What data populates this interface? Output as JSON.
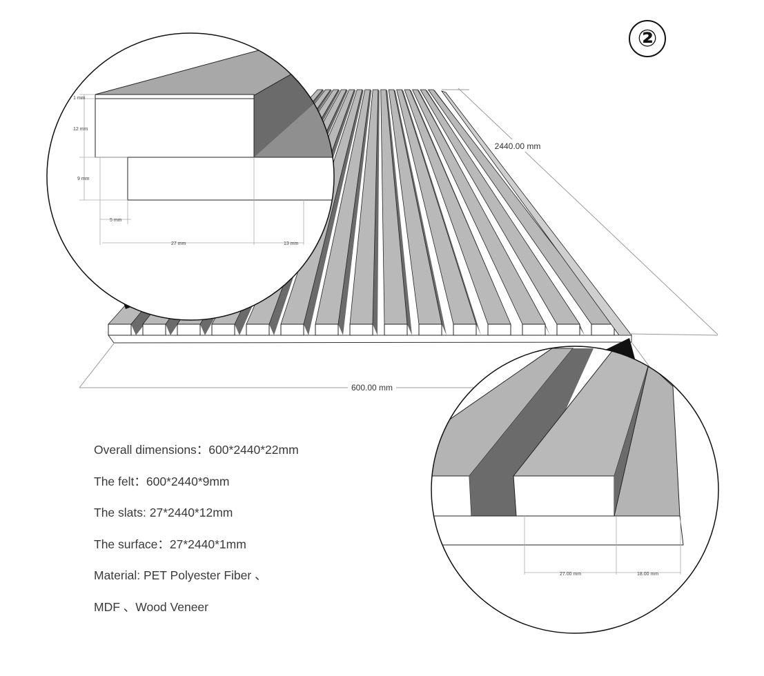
{
  "badge": "②",
  "main_view": {
    "length_label": "2440.00 mm",
    "width_label": "600.00 mm",
    "slat_count": 15
  },
  "detail_top": {
    "surface_label": "1 mm",
    "slat_height_label": "12 mm",
    "felt_label": "9 mm",
    "offset_label": "5 mm",
    "slat_width_label": "27 mm",
    "gap_label": "13 mm"
  },
  "detail_bottom": {
    "slat_width_label": "27.00 mm",
    "gap_label": "18.00 mm"
  },
  "specs": [
    "Overall dimensions：600*2440*22mm",
    "The felt：600*2440*9mm",
    "The slats: 27*2440*12mm",
    "The surface：27*2440*1mm",
    "Material: PET Polyester Fiber 、",
    "MDF 、Wood Veneer"
  ],
  "colors": {
    "slat_top": "#b9b9b9",
    "slat_side": "#6b6b6b",
    "face": "#ffffff",
    "outline": "#222222",
    "dimension": "#888888"
  }
}
